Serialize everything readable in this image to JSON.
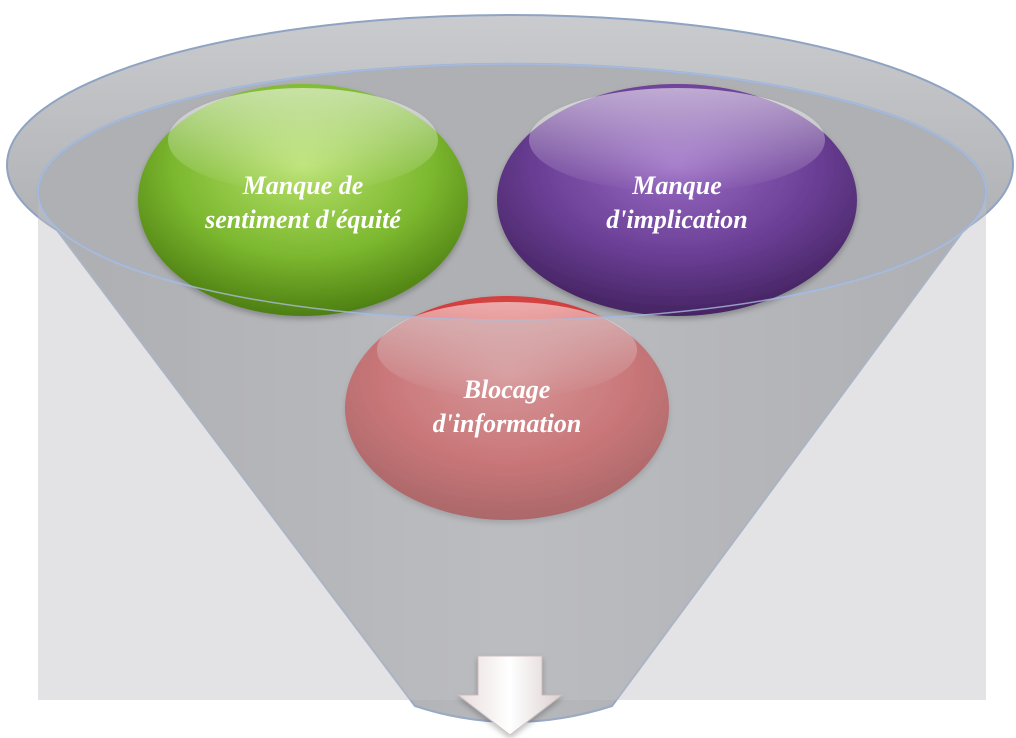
{
  "diagram": {
    "circles": [
      {
        "id": "equity",
        "lines": [
          "Manque de",
          "sentiment d'équité"
        ],
        "color": "#7cb82f",
        "color_light": "#b6e06a",
        "color_dark": "#4d7f12"
      },
      {
        "id": "involvement",
        "lines": [
          "Manque",
          "d'implication"
        ],
        "color": "#6a3e95",
        "color_light": "#9a6cc4",
        "color_dark": "#452462"
      },
      {
        "id": "information",
        "lines": [
          "Blocage",
          "d'information"
        ],
        "color": "#d03a3a",
        "color_light": "#e97474",
        "color_dark": "#9a2020"
      }
    ],
    "funnel_color": "#a9abae",
    "rim_color": "#8fa3c2",
    "arrow_icon": "down-arrow-icon"
  }
}
